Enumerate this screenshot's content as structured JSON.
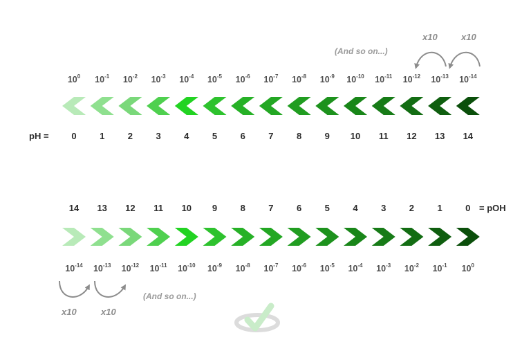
{
  "ph_scale": {
    "label": "pH =",
    "powers": [
      "10^0",
      "10^-1",
      "10^-2",
      "10^-3",
      "10^-4",
      "10^-5",
      "10^-6",
      "10^-7",
      "10^-8",
      "10^-9",
      "10^-10",
      "10^-11",
      "10^-12",
      "10^-13",
      "10^-14"
    ],
    "values": [
      "0",
      "1",
      "2",
      "3",
      "4",
      "5",
      "6",
      "7",
      "8",
      "9",
      "10",
      "11",
      "12",
      "13",
      "14"
    ],
    "note": "(And so on...)",
    "multipliers": [
      "x10",
      "x10"
    ]
  },
  "poh_scale": {
    "label": "= pOH",
    "values": [
      "14",
      "13",
      "12",
      "11",
      "10",
      "9",
      "8",
      "7",
      "6",
      "5",
      "4",
      "3",
      "2",
      "1",
      "0"
    ],
    "powers": [
      "10^-14",
      "10^-13",
      "10^-12",
      "10^-11",
      "10^-10",
      "10^-9",
      "10^-8",
      "10^-7",
      "10^-6",
      "10^-5",
      "10^-4",
      "10^-3",
      "10^-2",
      "10^-1",
      "10^0"
    ],
    "note": "(And so on...)",
    "multipliers": [
      "x10",
      "x10"
    ]
  },
  "colors": {
    "chevrons": [
      "#b8eab8",
      "#8fe08f",
      "#7ad87a",
      "#4fd04f",
      "#22d322",
      "#2ec22e",
      "#27b127",
      "#23a723",
      "#219d21",
      "#1d921d",
      "#198619",
      "#177b17",
      "#136d13",
      "#0f5e0f",
      "#0b4f0b"
    ],
    "arrow": "#8c8c8c"
  }
}
